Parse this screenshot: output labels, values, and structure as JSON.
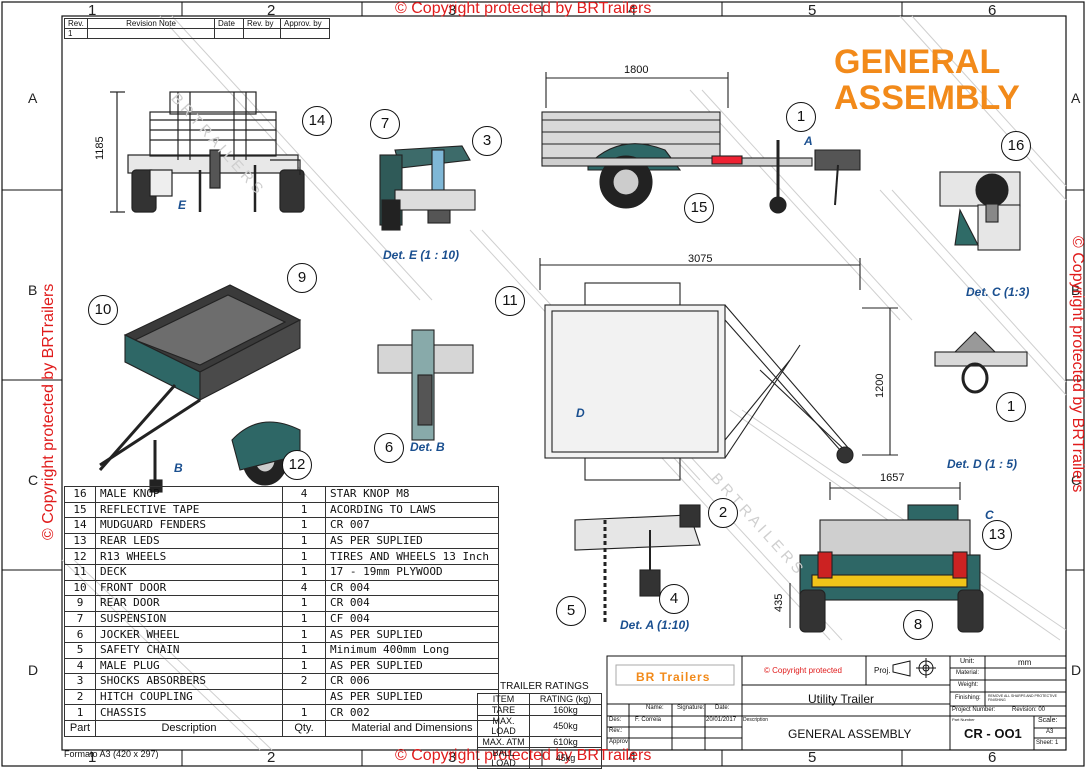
{
  "copyright_top": "© Copyright protected by BRTrailers",
  "copyright_bottom": "© Copyright protected by BRTrailers",
  "copyright_left": "© Copyright protected by BRTrailers",
  "copyright_right": "© Copyright protected by BRTrailers",
  "title": [
    "GENERAL",
    "ASSEMBLY"
  ],
  "grid": {
    "numbers_top": [
      "1",
      "2",
      "3",
      "4",
      "5",
      "6"
    ],
    "numbers_bottom": [
      "1",
      "2",
      "3",
      "4",
      "5",
      "6"
    ],
    "letters": [
      "A",
      "B",
      "C",
      "D"
    ]
  },
  "revision": {
    "headers": [
      "Rev.",
      "Revision Note",
      "Date",
      "Rev. by",
      "Approv. by"
    ],
    "row": [
      "1",
      "",
      "",
      "",
      ""
    ]
  },
  "watermark": "B R T R A I L E R S",
  "details": {
    "e": "Det. E (1 : 10)",
    "b": "Det. B",
    "c": "Det. C (1:3)",
    "d": "Det. D (1 : 5)",
    "a": "Det. A (1:10)"
  },
  "view_letters": {
    "e": "E",
    "a": "A",
    "b": "B",
    "d": "D",
    "c": "C"
  },
  "dimensions": {
    "height_front": "1185",
    "length_top": "1800",
    "length_plan": "3075",
    "width_plan": "1200",
    "width_rear": "1657",
    "height_rear": "435"
  },
  "callouts": [
    "1",
    "2",
    "3",
    "4",
    "5",
    "6",
    "7",
    "8",
    "9",
    "10",
    "11",
    "12",
    "13",
    "14",
    "15",
    "16"
  ],
  "parts": {
    "header": [
      "Part",
      "Description",
      "Qty.",
      "Material and Dimensions"
    ],
    "rows": [
      [
        "16",
        "MALE KNOP",
        "4",
        "STAR KNOP M8"
      ],
      [
        "15",
        "REFLECTIVE TAPE",
        "1",
        "ACORDING TO LAWS"
      ],
      [
        "14",
        "MUDGUARD FENDERS",
        "1",
        "CR 007"
      ],
      [
        "13",
        "REAR LEDS",
        "1",
        "AS PER SUPLIED"
      ],
      [
        "12",
        "R13 WHEELS",
        "1",
        "TIRES AND WHEELS 13 Inch"
      ],
      [
        "11",
        "DECK",
        "1",
        "17 - 19mm PLYWOOD"
      ],
      [
        "10",
        "FRONT DOOR",
        "4",
        "CR 004"
      ],
      [
        "9",
        "REAR DOOR",
        "1",
        "CR 004"
      ],
      [
        "7",
        "SUSPENSION",
        "1",
        "CF 004"
      ],
      [
        "6",
        "JOCKER WHEEL",
        "1",
        "AS PER SUPLIED"
      ],
      [
        "5",
        "SAFETY CHAIN",
        "1",
        "Minimum 400mm Long"
      ],
      [
        "4",
        "MALE PLUG",
        "1",
        "AS PER SUPLIED"
      ],
      [
        "3",
        "SHOCKS ABSORBERS",
        "2",
        "CR 006"
      ],
      [
        "2",
        "HITCH COUPLING",
        "",
        "AS PER SUPLIED"
      ],
      [
        "1",
        "CHASSIS",
        "1",
        "CR 002"
      ]
    ]
  },
  "format_note": "Formato A3 (420 x 297)",
  "ratings": {
    "title": "TRAILER RATINGS",
    "headers": [
      "ITEM",
      "RATING (kg)"
    ],
    "rows": [
      [
        "TARE",
        "160kg"
      ],
      [
        "MAX. LOAD",
        "450kg"
      ],
      [
        "MAX. ATM",
        "610kg"
      ],
      [
        "BALL LOAD",
        "45kg"
      ]
    ]
  },
  "title_block": {
    "company": "BR Trailers",
    "copyright": "© Copyright protected",
    "proj_label": "Proj.",
    "name_label": "Name:",
    "signature_label": "Signature:",
    "date_label": "Date:",
    "des_label": "Des:",
    "des_name": "F. Correia",
    "des_date": "20/01/2017",
    "rev_label": "Rev.:",
    "appro_label": "Approv:",
    "description_label": "Description",
    "product": "Utility Trailer",
    "drawing_title": "GENERAL ASSEMBLY",
    "unit_label": "Unit:",
    "unit_value": "mm",
    "material_label": "Material:",
    "weight_label": "Weight:",
    "finishing_label": "Finishing:",
    "finishing_value": "REMOVE ALL SHARPS AND PROTECTIVE FINISHING",
    "project_number_label": "Project Number:",
    "revision_label": "Revision: 00",
    "part_number_label": "Part Number",
    "part_number": "CR - OO1",
    "scale_label": "Scale:",
    "scale_value": "A3",
    "sheet_label": "Sheet: 1"
  }
}
